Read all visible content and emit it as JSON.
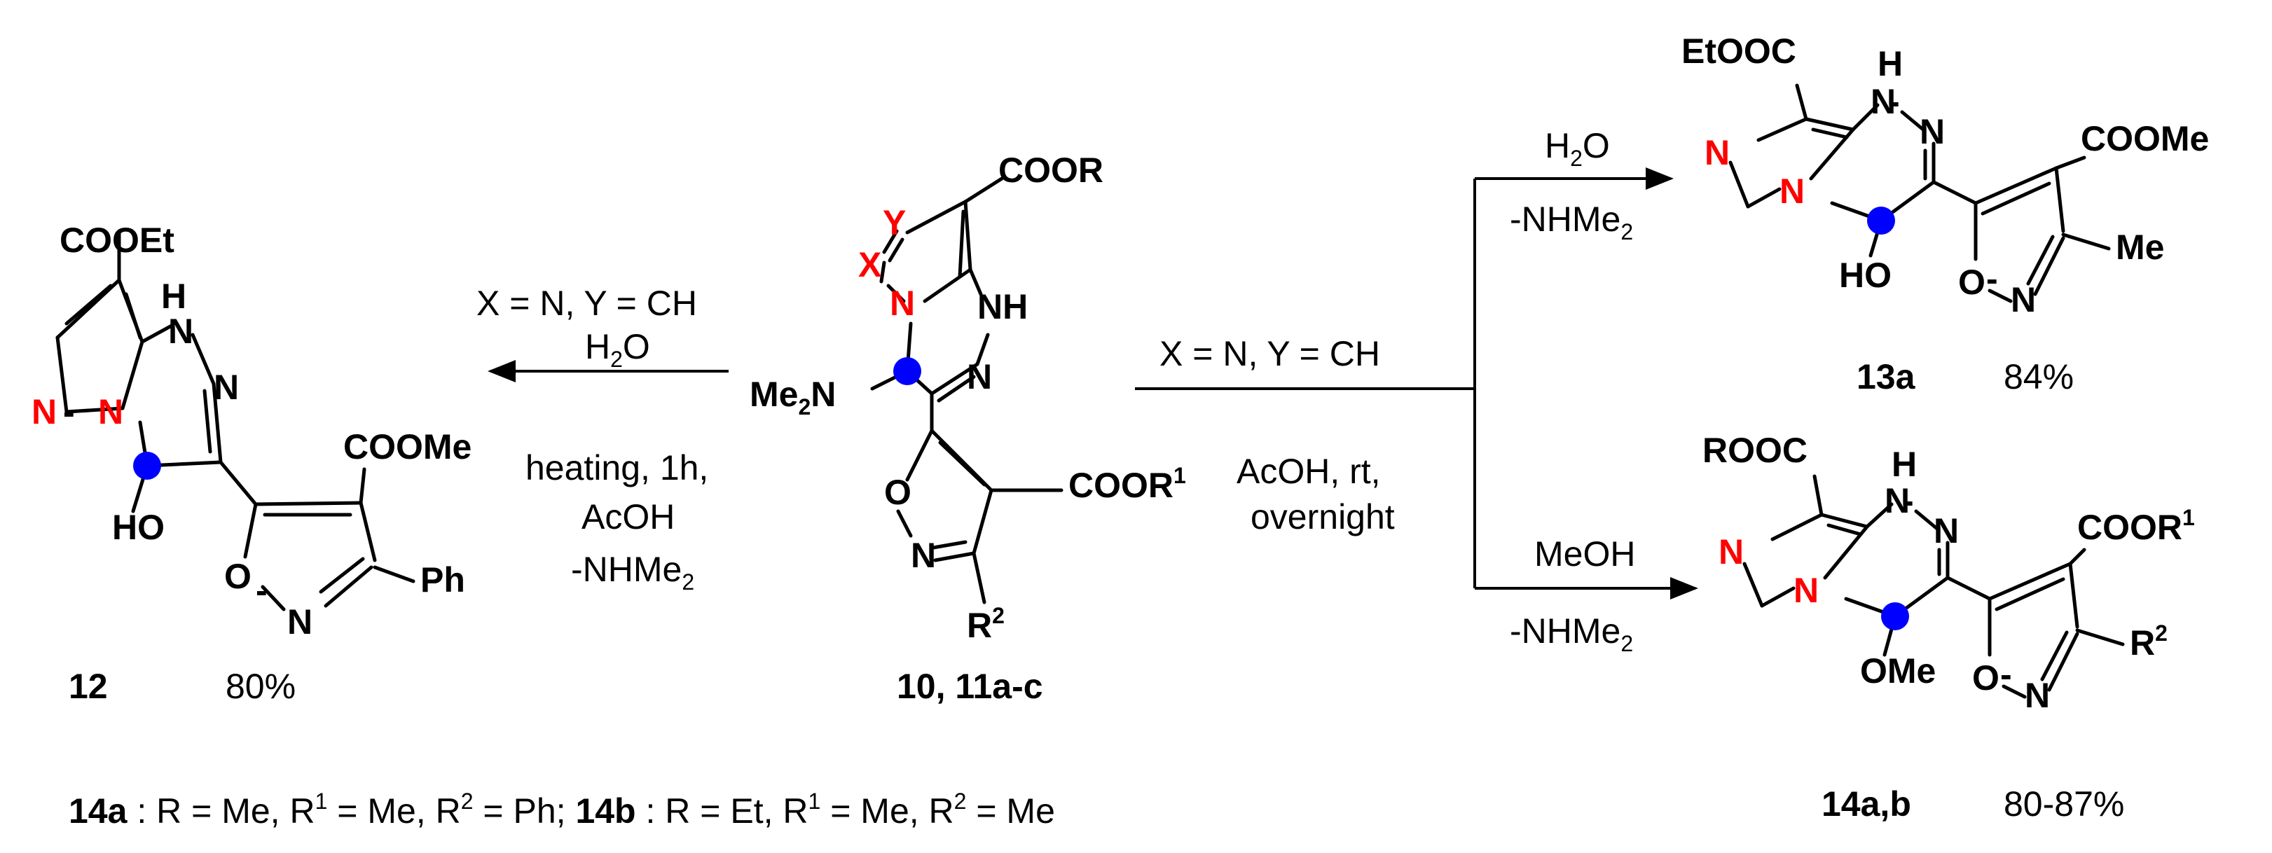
{
  "colors": {
    "heteroatom": "#ff0000",
    "stereocenter": "#0000ff",
    "text": "#000000"
  },
  "reaction_left": {
    "conditions": [
      "X = N, Y = CH",
      "H2O",
      "heating, 1h,",
      "AcOH",
      "-NHMe2"
    ]
  },
  "reaction_right": {
    "top_conditions": [
      "X = N, Y = CH",
      "AcOH, rt,",
      "overnight"
    ],
    "branch_upper": [
      "H2O",
      "-NHMe2"
    ],
    "branch_lower": [
      "MeOH",
      "-NHMe2"
    ]
  },
  "compounds": {
    "start": {
      "label": "10, 11a-c"
    },
    "c12": {
      "label": "12",
      "yield": "80%"
    },
    "c13a": {
      "label": "13a",
      "yield": "84%"
    },
    "c14ab": {
      "label": "14a,b",
      "yield": "80-87%"
    }
  },
  "footnote": "14a : R = Me, R1 = Me, R2 = Ph; 14b : R = Et, R1 = Me, R2 = Me"
}
